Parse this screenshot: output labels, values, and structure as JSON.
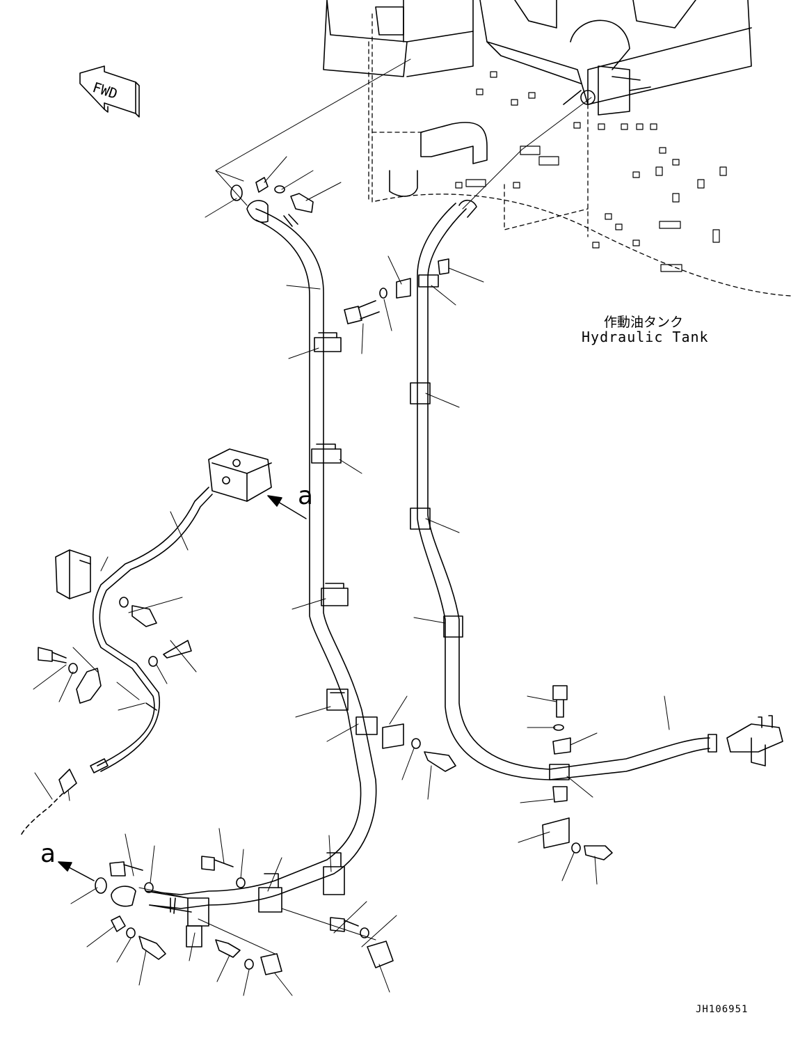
{
  "labels": {
    "tank_jp": "作動油タンク",
    "tank_en": "Hydraulic Tank",
    "view_upper": "a",
    "view_lower": "a",
    "fwd": "FWD",
    "drawing_id": "JH106951"
  }
}
